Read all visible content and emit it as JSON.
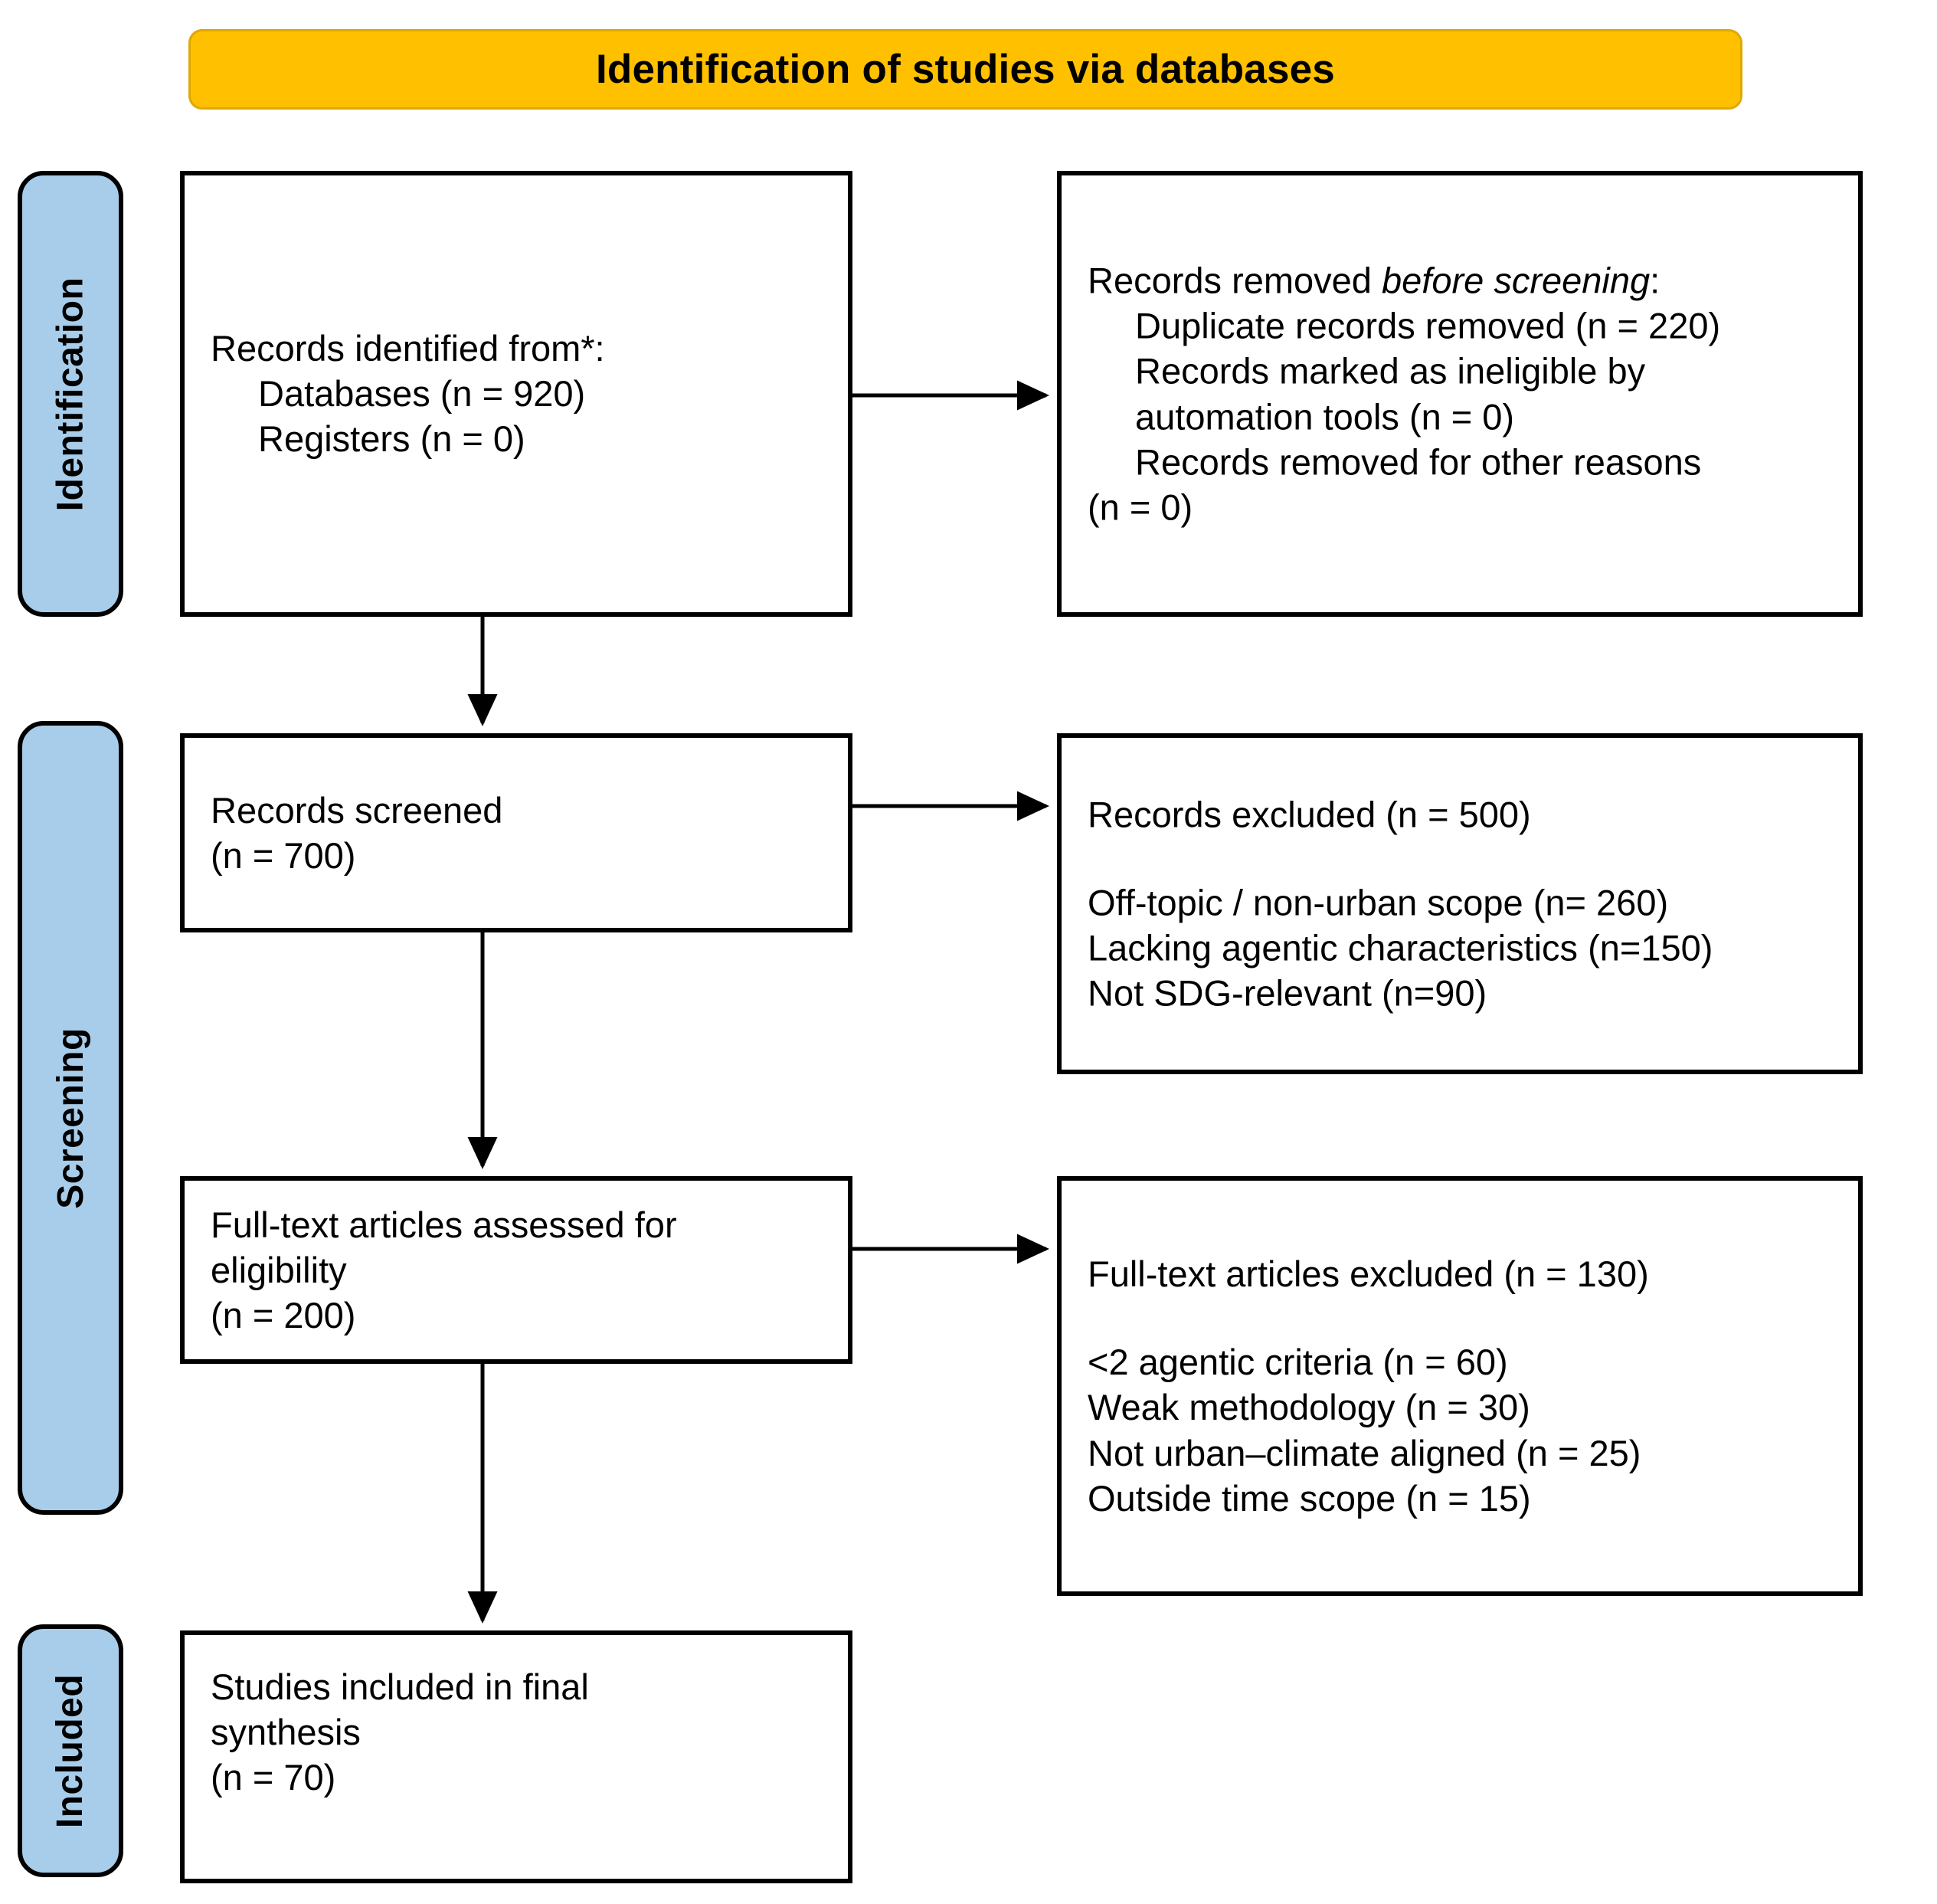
{
  "banner": {
    "title": "Identification of studies via databases",
    "fill": "#FFC000"
  },
  "stages": [
    {
      "key": "identification",
      "label": "Identification",
      "fill": "#A8CDEA"
    },
    {
      "key": "screening",
      "label": "Screening",
      "fill": "#A8CDEA"
    },
    {
      "key": "included",
      "label": "Included",
      "fill": "#A8CDEA"
    }
  ],
  "boxes": {
    "identified": {
      "lines": [
        "Records identified from*:",
        "Databases (n = 920)",
        "Registers (n = 0)"
      ]
    },
    "removed": {
      "heading_prefix": "Records removed ",
      "heading_italic": "before screening",
      "heading_suffix": ":",
      "lines": [
        "Duplicate records removed (n = 220)",
        "Records marked as ineligible by",
        "automation tools (n = 0)",
        "Records removed for other reasons",
        "(n = 0)"
      ]
    },
    "screened": {
      "lines": [
        "Records screened",
        "(n = 700)"
      ]
    },
    "excluded": {
      "heading": "Records excluded (n = 500)",
      "lines": [
        "Off-topic / non-urban scope (n= 260)",
        "Lacking agentic characteristics (n=150)",
        "Not SDG-relevant (n=90)"
      ]
    },
    "fulltext": {
      "lines": [
        "Full-text articles assessed for",
        "eligibility",
        "(n = 200)"
      ]
    },
    "fulltext_excluded": {
      "heading": "Full-text articles excluded (n = 130)",
      "lines": [
        "<2 agentic criteria (n = 60)",
        "Weak methodology (n = 30)",
        "Not urban–climate aligned (n = 25)",
        "Outside time scope (n = 15)"
      ]
    },
    "included": {
      "lines": [
        "Studies included in final",
        "synthesis",
        "(n = 70)"
      ]
    }
  },
  "chart_data": {
    "type": "diagram",
    "title": "Identification of studies via databases",
    "diagram_kind": "PRISMA flow diagram",
    "nodes": [
      {
        "id": "identified",
        "stage": "Identification",
        "label": "Records identified from*",
        "counts": {
          "Databases": 920,
          "Registers": 0
        }
      },
      {
        "id": "removed",
        "stage": "Identification",
        "label": "Records removed before screening",
        "counts": {
          "Duplicate records removed": 220,
          "Records marked as ineligible by automation tools": 0,
          "Records removed for other reasons": 0
        }
      },
      {
        "id": "screened",
        "stage": "Screening",
        "label": "Records screened",
        "n": 700
      },
      {
        "id": "excluded",
        "stage": "Screening",
        "label": "Records excluded",
        "n": 500,
        "counts": {
          "Off-topic / non-urban scope": 260,
          "Lacking agentic characteristics": 150,
          "Not SDG-relevant": 90
        }
      },
      {
        "id": "fulltext",
        "stage": "Screening",
        "label": "Full-text articles assessed for eligibility",
        "n": 200
      },
      {
        "id": "fulltext_excluded",
        "stage": "Screening",
        "label": "Full-text articles excluded",
        "n": 130,
        "counts": {
          "<2 agentic criteria": 60,
          "Weak methodology": 30,
          "Not urban–climate aligned": 25,
          "Outside time scope": 15
        }
      },
      {
        "id": "included",
        "stage": "Included",
        "label": "Studies included in final synthesis",
        "n": 70
      }
    ],
    "edges": [
      {
        "from": "identified",
        "to": "removed",
        "direction": "right"
      },
      {
        "from": "identified",
        "to": "screened",
        "direction": "down"
      },
      {
        "from": "screened",
        "to": "excluded",
        "direction": "right"
      },
      {
        "from": "screened",
        "to": "fulltext",
        "direction": "down"
      },
      {
        "from": "fulltext",
        "to": "fulltext_excluded",
        "direction": "right"
      },
      {
        "from": "fulltext",
        "to": "included",
        "direction": "down"
      }
    ]
  }
}
